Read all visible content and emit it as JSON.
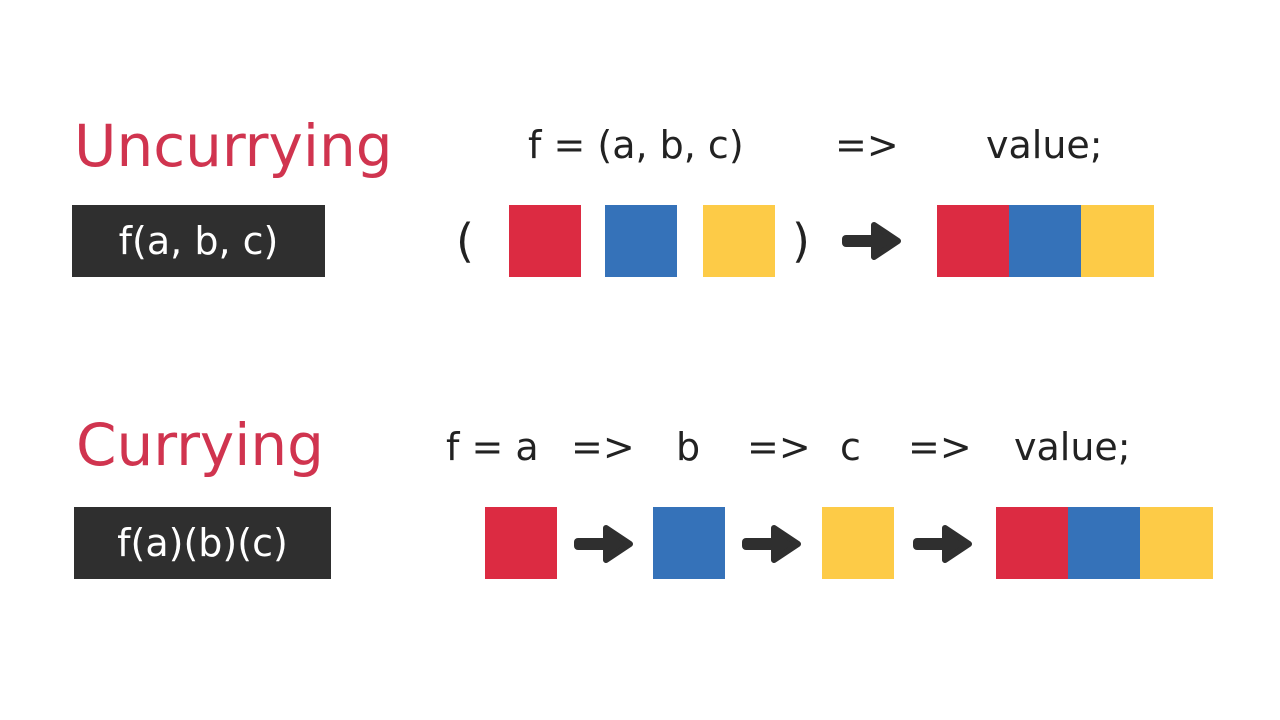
{
  "colors": {
    "red": "#dc2b42",
    "blue": "#3572b9",
    "yellow": "#fdcb47",
    "accent": "#d0344f",
    "box": "#2f2f2f"
  },
  "uncurrying": {
    "title": "Uncurrying",
    "signature": "f(a, b, c)",
    "code": {
      "part1": "f = (a, b, c)",
      "arrow": "=>",
      "result": "value;"
    },
    "open_paren": "(",
    "close_paren": ")"
  },
  "currying": {
    "title": "Currying",
    "signature": "f(a)(b)(c)",
    "code": {
      "p1": "f = a",
      "a1": "=>",
      "p2": "b",
      "a2": "=>",
      "p3": "c",
      "a3": "=>",
      "result": "value;"
    }
  }
}
